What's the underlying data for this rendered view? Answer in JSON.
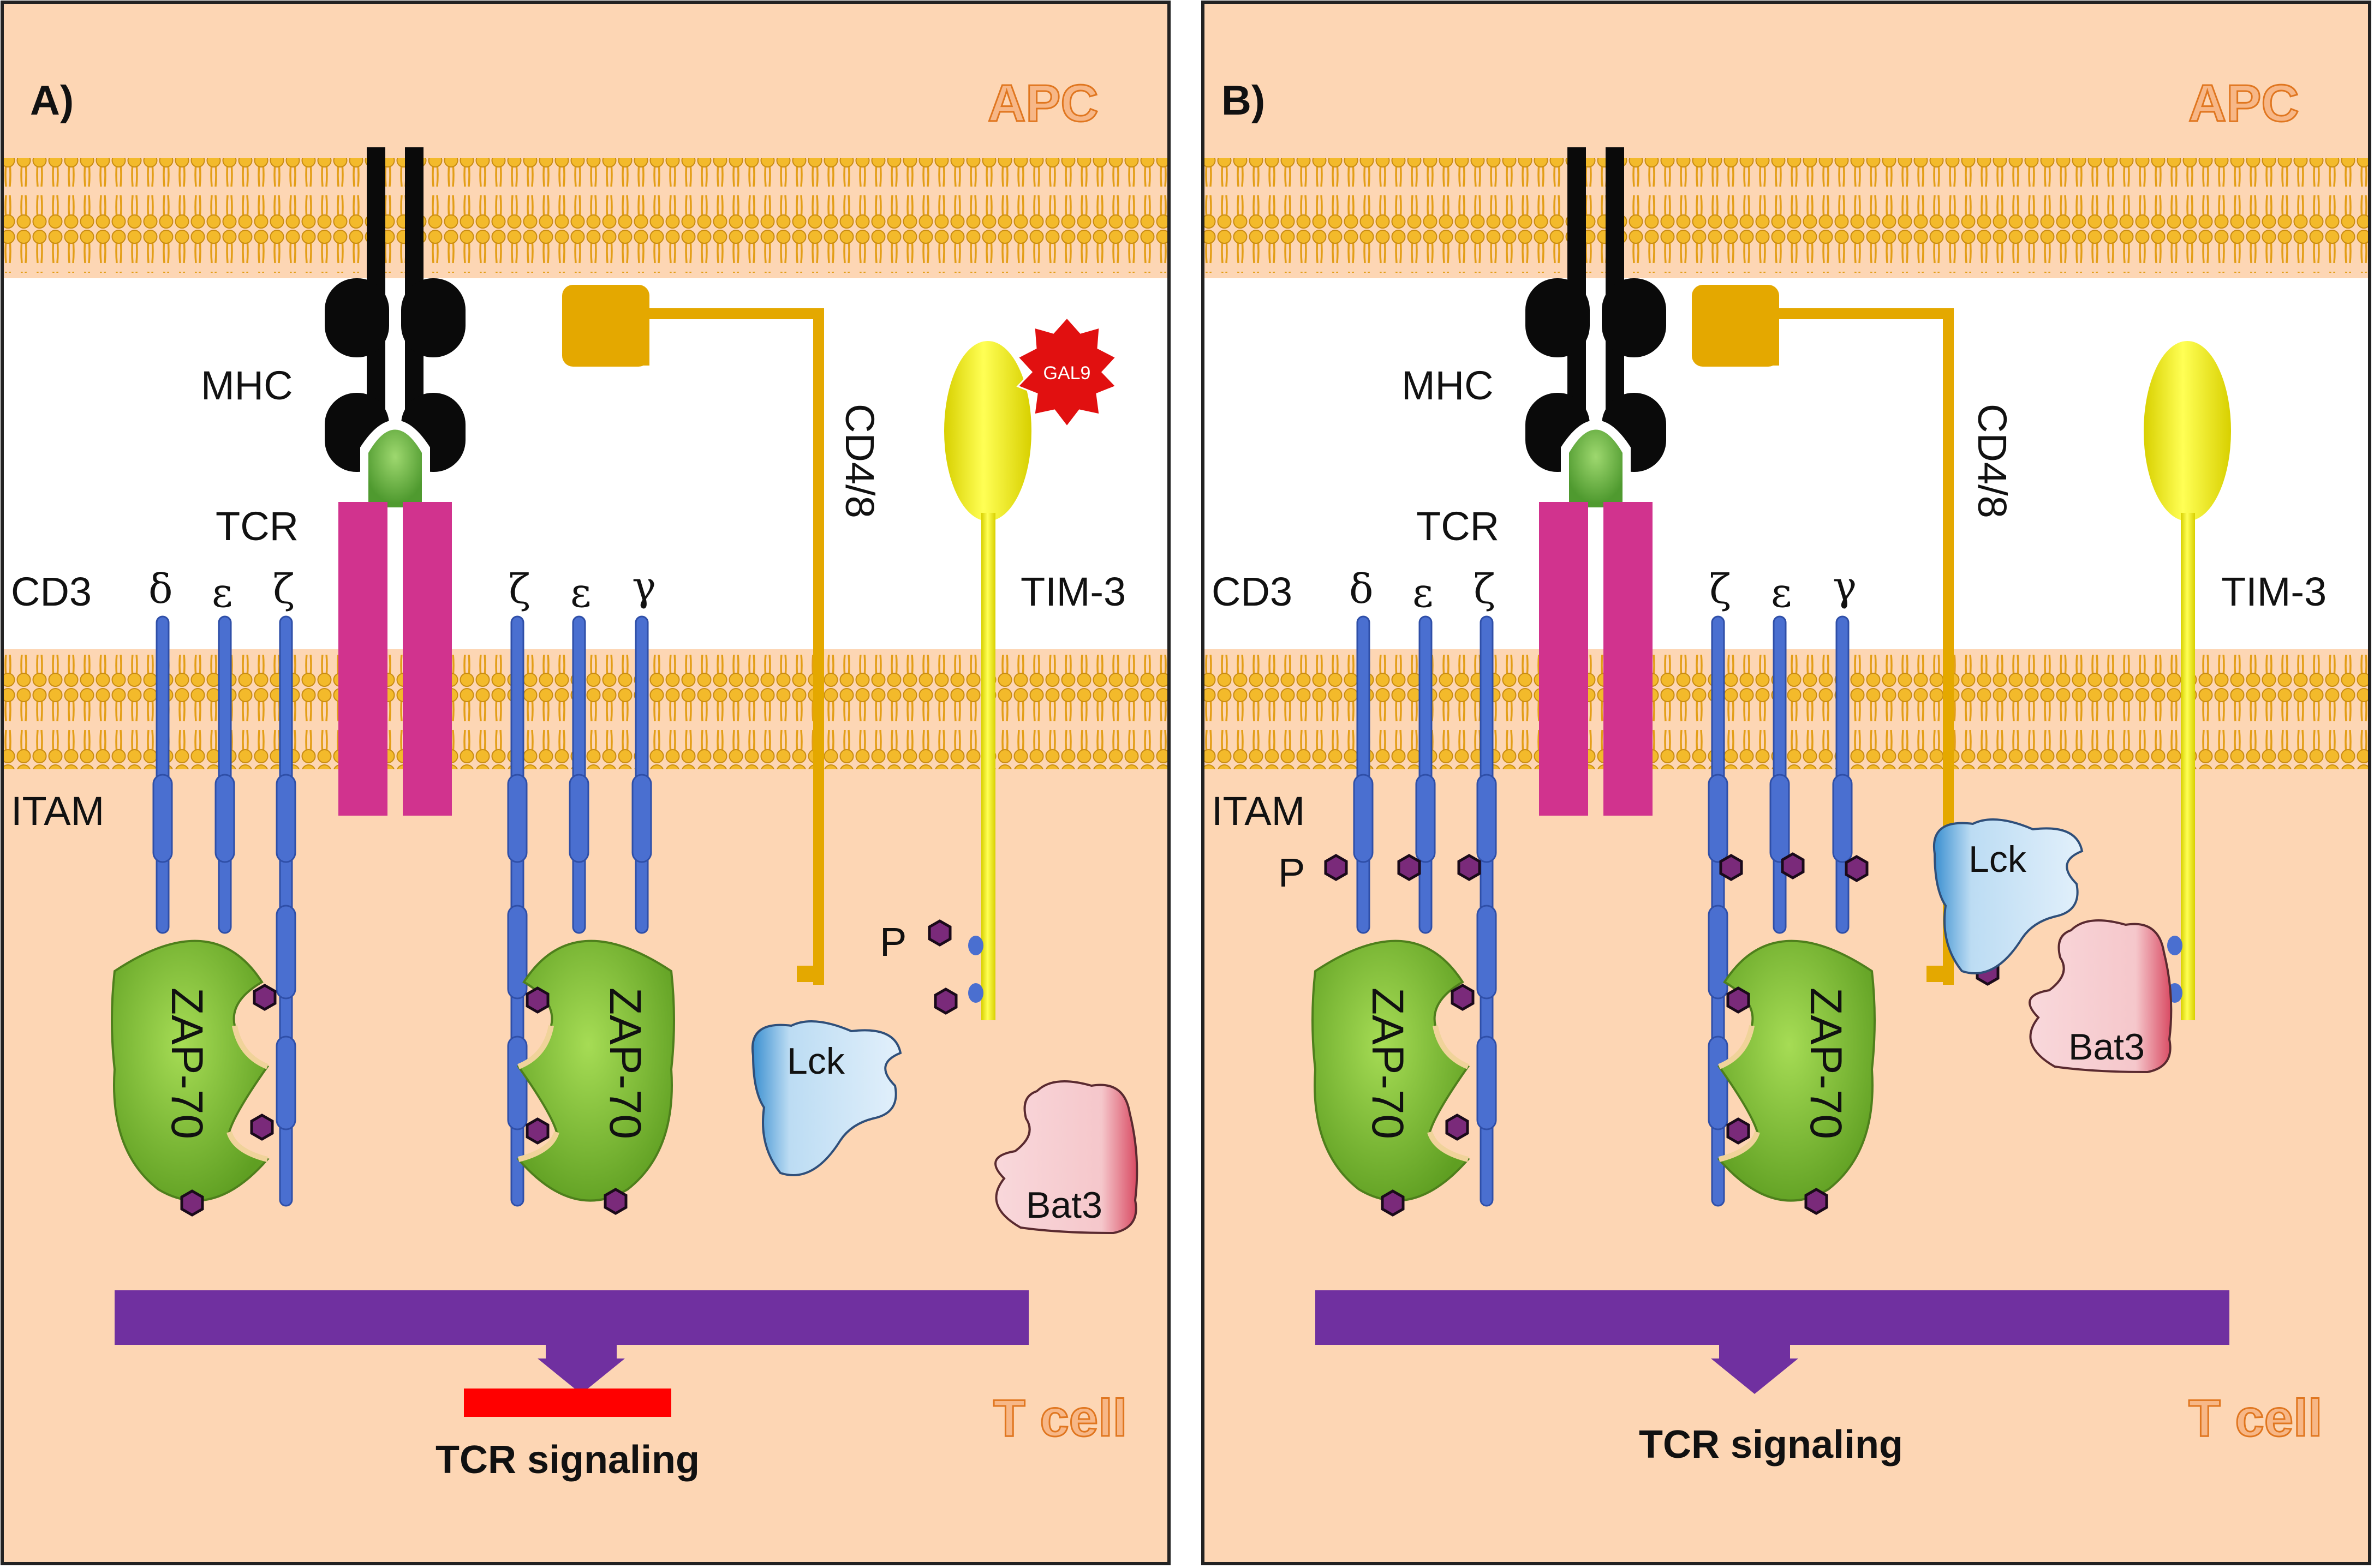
{
  "panels": [
    {
      "letter": "A)",
      "apc": "APC",
      "tcell": "T cell",
      "mhc": "MHC",
      "tcr": "TCR",
      "cd3": "CD3",
      "chains_left": [
        "δ",
        "ε",
        "ζ"
      ],
      "chains_right": [
        "ζ",
        "ε",
        "γ"
      ],
      "itam": "ITAM",
      "p": "P",
      "zap_left": "ZAP-70",
      "zap_right": "ZAP-70",
      "cd48": "CD4/8",
      "tim3": "TIM-3",
      "gal9": "GAL9",
      "lck": "Lck",
      "bat3": "Bat3",
      "signaling": "TCR signaling"
    },
    {
      "letter": "B)",
      "apc": "APC",
      "tcell": "T cell",
      "mhc": "MHC",
      "tcr": "TCR",
      "cd3": "CD3",
      "chains_left": [
        "δ",
        "ε",
        "ζ"
      ],
      "chains_right": [
        "ζ",
        "ε",
        "γ"
      ],
      "itam": "ITAM",
      "p": "P",
      "zap_left": "ZAP-70",
      "zap_right": "ZAP-70",
      "cd48": "CD4/8",
      "tim3": "TIM-3",
      "lck": "Lck",
      "bat3": "Bat3",
      "signaling": "TCR signaling"
    }
  ],
  "colors": {
    "background": "#fdd6b4",
    "membrane_head": "#f0b41e",
    "extracellular": "#ffffff",
    "mhc": "#0a0a0a",
    "peptide": "#6fbf4a",
    "tcr": "#d1338e",
    "cd3_chain": "#4a6fd0",
    "phospho": "#7a2a7a",
    "cd48": "#e4a800",
    "tim3": "#f5ef12",
    "gal9": "#e11010",
    "zap70": "#86c43a",
    "lck": "#bcdcf3",
    "bat3": "#f5c7cb",
    "signal_bar": "#7030a0",
    "inhibition_bar": "#ff0000"
  }
}
